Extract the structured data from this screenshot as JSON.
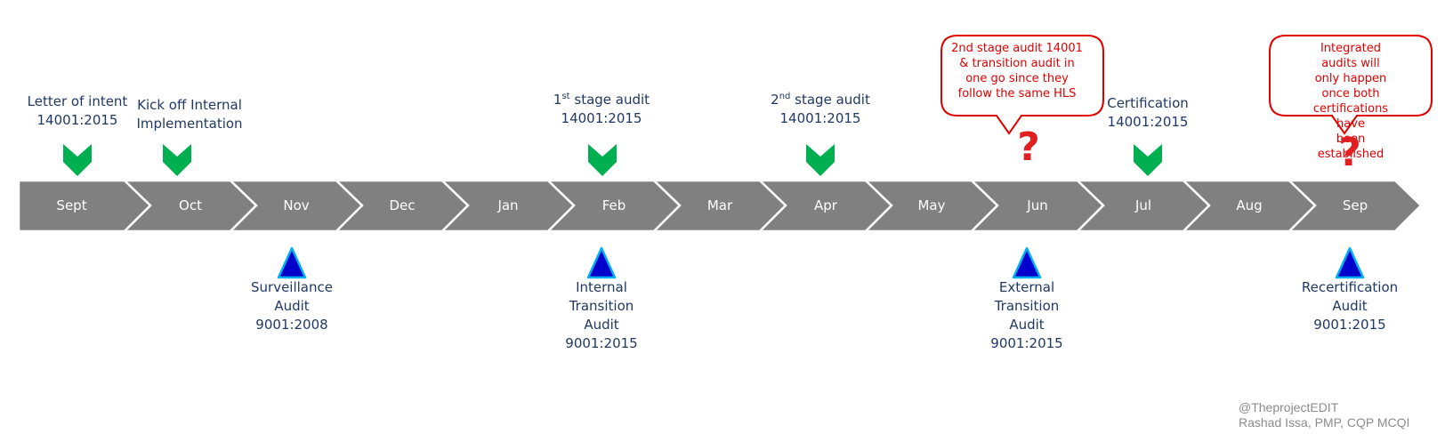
{
  "months": [
    "Sept",
    "Oct",
    "Nov",
    "Dec",
    "Jan",
    "Feb",
    "Mar",
    "Apr",
    "May",
    "Jun",
    "Jul",
    "Aug",
    "Sep"
  ],
  "top_milestones": [
    {
      "lines": [
        "Letter of intent",
        "14001:2015"
      ]
    },
    {
      "lines": [
        "Kick off Internal",
        "Implementation"
      ]
    },
    {
      "line1_pre": "1",
      "line1_sup": "st",
      "line1_post": " stage audit",
      "line2": "14001:2015"
    },
    {
      "line1_pre": "2",
      "line1_sup": "nd",
      "line1_post": " stage audit",
      "line2": "14001:2015"
    },
    {
      "lines": [
        "Certification",
        "14001:2015"
      ]
    }
  ],
  "bottom_milestones": [
    {
      "lines": [
        "Surveillance",
        "Audit",
        "9001:2008"
      ]
    },
    {
      "lines": [
        "Internal",
        "Transition",
        "Audit",
        "9001:2015"
      ]
    },
    {
      "lines": [
        "External",
        "Transition",
        "Audit",
        "9001:2015"
      ]
    },
    {
      "lines": [
        "Recertification",
        "Audit",
        "9001:2015"
      ]
    }
  ],
  "callouts": [
    {
      "lines": [
        "2nd stage audit 14001",
        "& transition audit in",
        "one go since they",
        "follow the same HLS"
      ],
      "mark": "?"
    },
    {
      "lines": [
        "Integrated audits will",
        "only happen once both",
        "certifications have",
        "been established"
      ],
      "mark": "?"
    }
  ],
  "credit": {
    "handle": "@TheprojectEDIT",
    "author": "Rashad Issa, PMP, CQP MCQI"
  },
  "colors": {
    "arrow": "#808080",
    "check": "#00b050",
    "triangle": "#0000cc",
    "triangle_border": "#00b0f0",
    "callout": "#e00000",
    "text": "#1f3864"
  },
  "icons": {
    "top_marker": "green-chevron-down-icon",
    "bottom_marker": "blue-triangle-up-icon",
    "callout_marker": "red-question-mark-icon"
  }
}
